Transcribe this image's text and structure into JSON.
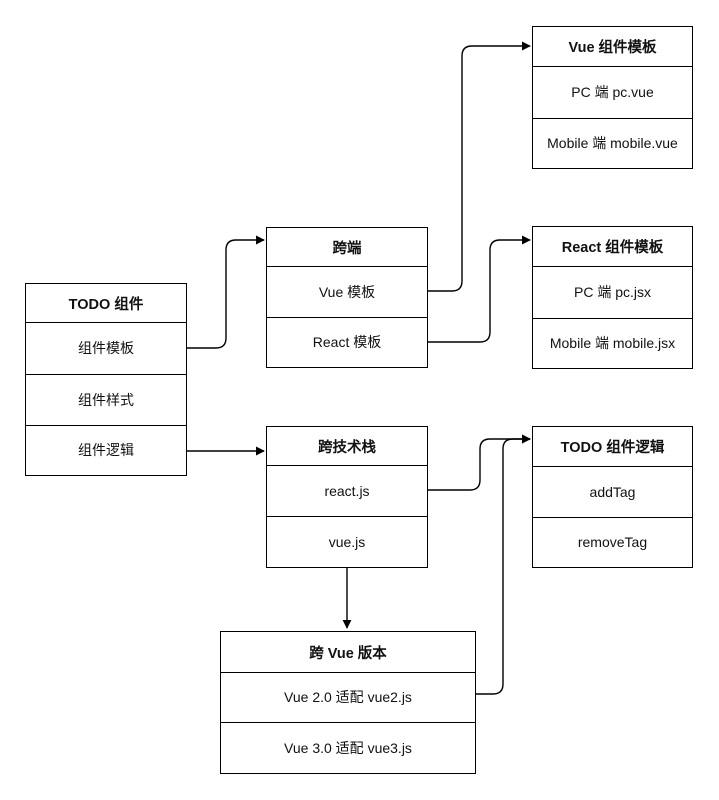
{
  "todo_component": {
    "title": "TODO 组件",
    "rows": [
      "组件模板",
      "组件样式",
      "组件逻辑"
    ]
  },
  "cross_platform": {
    "title": "跨端",
    "rows": [
      "Vue 模板",
      "React 模板"
    ]
  },
  "cross_stack": {
    "title": "跨技术栈",
    "rows": [
      "react.js",
      "vue.js"
    ]
  },
  "cross_vue_version": {
    "title": "跨 Vue 版本",
    "rows": [
      "Vue 2.0 适配 vue2.js",
      "Vue 3.0 适配 vue3.js"
    ]
  },
  "vue_template": {
    "title": "Vue 组件模板",
    "rows": [
      "PC 端 pc.vue",
      "Mobile 端 mobile.vue"
    ]
  },
  "react_template": {
    "title": "React 组件模板",
    "rows": [
      "PC 端 pc.jsx",
      "Mobile 端 mobile.jsx"
    ]
  },
  "todo_logic": {
    "title": "TODO 组件逻辑",
    "rows": [
      "addTag",
      "removeTag"
    ]
  },
  "colors": {
    "stroke": "#000000",
    "fill": "#ffffff",
    "text": "#111111"
  }
}
